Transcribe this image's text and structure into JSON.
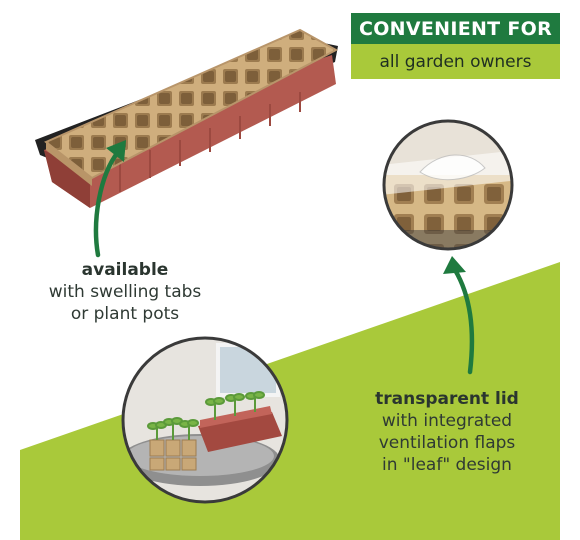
{
  "badge": {
    "title": "CONVENIENT FOR",
    "subtitle": "all garden owners"
  },
  "feature_left": {
    "heading": "available",
    "line1": "with swelling tabs",
    "line2": "or plant pots"
  },
  "feature_right": {
    "heading": "transparent lid",
    "line1": "with integrated",
    "line2": "ventilation flaps",
    "line3": "in \"leaf\" design"
  },
  "colors": {
    "dark_green": "#1f7a3f",
    "lime_green": "#a9c93a",
    "tray_red": "#b5584e",
    "peat": "#c9a877",
    "text": "#2f3a34"
  },
  "icons": {
    "arrow": "curved-arrow-icon"
  }
}
